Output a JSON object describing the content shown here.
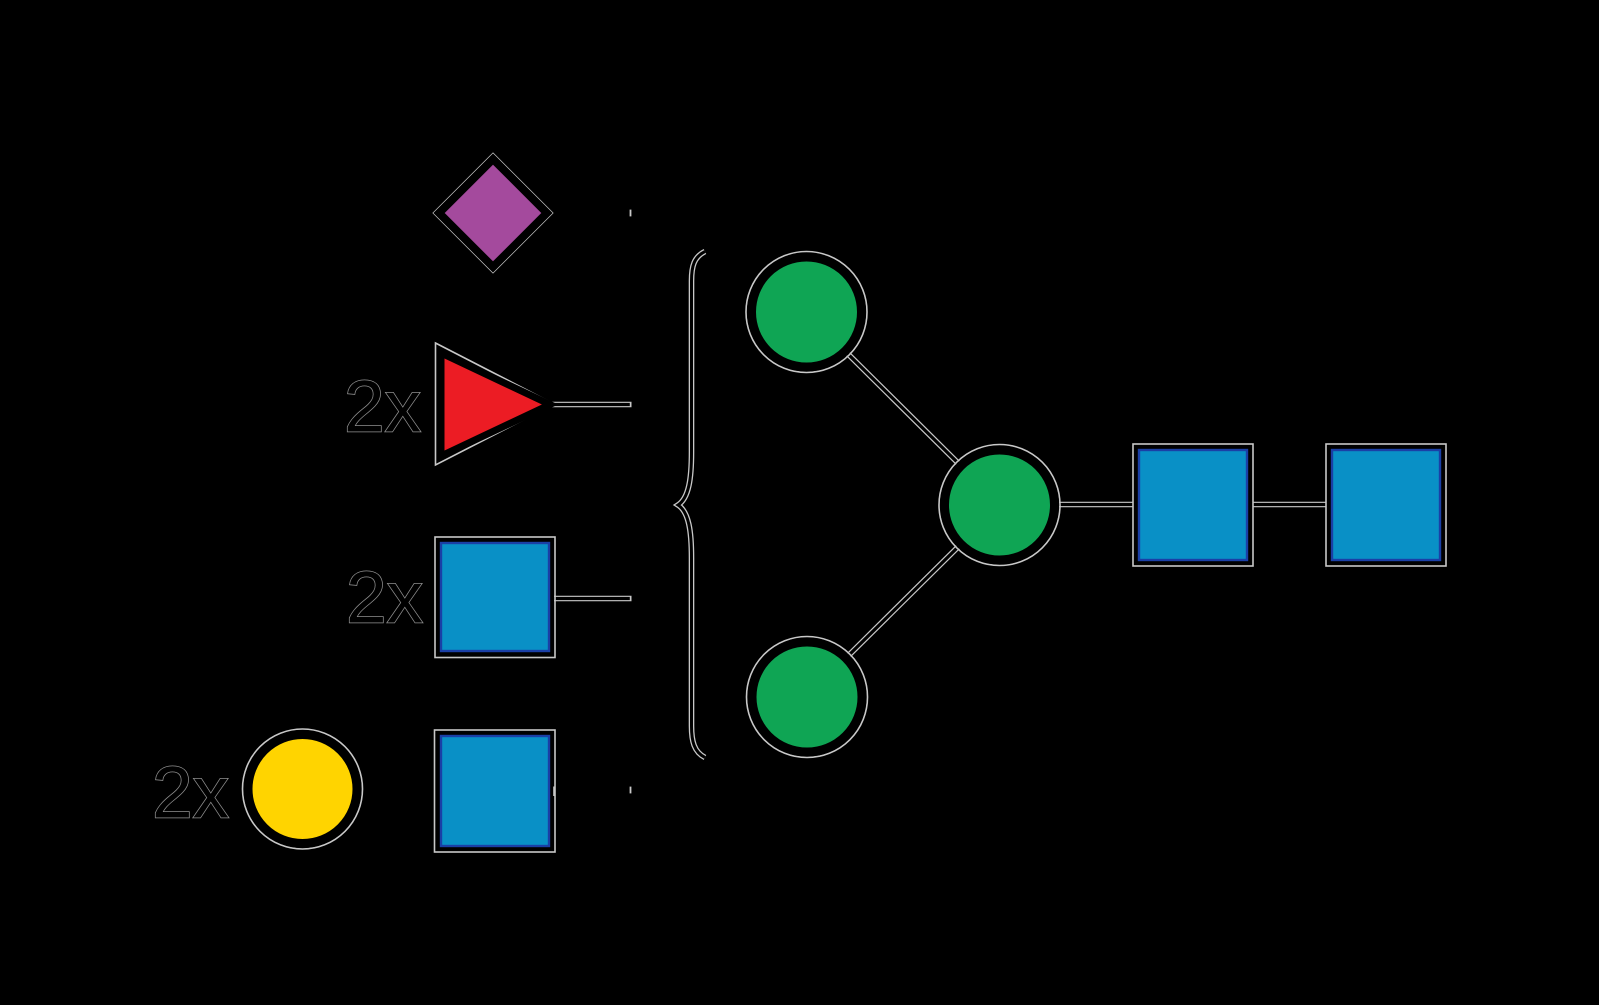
{
  "background": "#000000",
  "colors": {
    "black": "#000000",
    "halo": "#C8C8C8",
    "text_halo": "#8F8F8F",
    "purple": "#A44A9D",
    "red": "#EC1C24",
    "blue": "#0990C6",
    "blue_edge": "#1A3FA6",
    "yellow": "#FFD400",
    "green": "#0FA554"
  },
  "labels": {
    "fucose_count": "2x",
    "glcnac_count": "2x",
    "galactose_count": "2x"
  },
  "symbols": {
    "diamond": {
      "shape": "diamond",
      "color": "#A44A9D",
      "count": 1
    },
    "triangle": {
      "shape": "triangle",
      "color": "#EC1C24",
      "count": 2
    },
    "left_square": {
      "shape": "square",
      "color": "#0990C6",
      "count": 2
    },
    "circle_yellow": {
      "shape": "circle",
      "color": "#FFD400",
      "count": 2
    },
    "bottom_square": {
      "shape": "square",
      "color": "#0990C6",
      "count": 1
    },
    "circle_green": {
      "shape": "circle",
      "color": "#0FA554",
      "count": 3
    },
    "core_squares": {
      "shape": "square",
      "color": "#0990C6",
      "count": 2
    }
  }
}
